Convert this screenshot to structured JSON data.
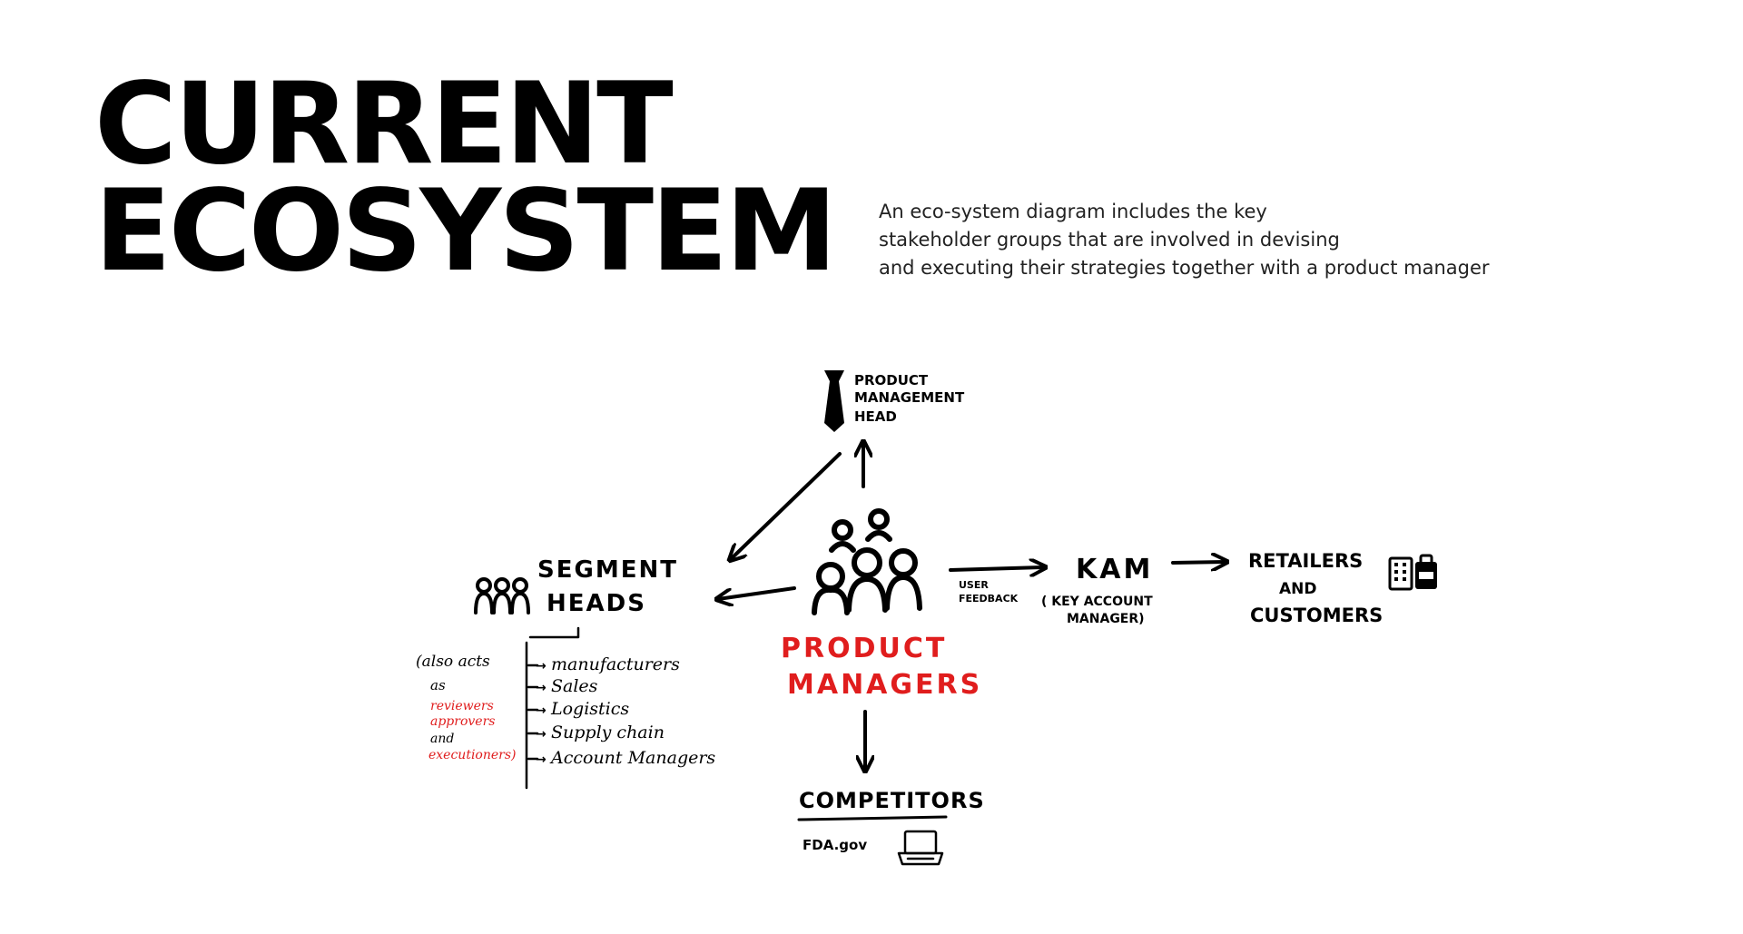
{
  "title": {
    "line1": "CURRENT",
    "line2": "ECOSYSTEM"
  },
  "description": {
    "line1": "An eco-system diagram includes the key",
    "line2": "stakeholder groups that are involved in devising",
    "line3": "and executing their strategies together with a product manager"
  },
  "diagram": {
    "pm_head": {
      "line1": "PRODUCT",
      "line2": "MANAGEMENT",
      "line3": "HEAD",
      "icon": "tie-icon"
    },
    "product_managers": {
      "line1": "PRODUCT",
      "line2": "MANAGERS",
      "icon": "people-group-icon",
      "color": "#e01d1d"
    },
    "segment_heads": {
      "line1": "SEGMENT",
      "line2": "HEADS",
      "icon": "people-icon",
      "items": [
        "manufacturers",
        "Sales",
        "Logistics",
        "Supply chain",
        "Account Managers"
      ],
      "note": {
        "line1": "(also acts",
        "line2": "as",
        "line3": "reviewers",
        "line4": "approvers",
        "line5": "and",
        "line6": "executioners)"
      }
    },
    "user_feedback": {
      "line1": "USER",
      "line2": "FEEDBACK"
    },
    "kam": {
      "label": "KAM",
      "sub1": "( KEY ACCOUNT",
      "sub2": "MANAGER)"
    },
    "retailers": {
      "line1": "RETAILERS",
      "line2": "AND",
      "line3": "CUSTOMERS",
      "icon": "shop-icon"
    },
    "competitors": {
      "label": "COMPETITORS",
      "sub": "FDA.gov",
      "icon": "laptop-icon"
    }
  }
}
